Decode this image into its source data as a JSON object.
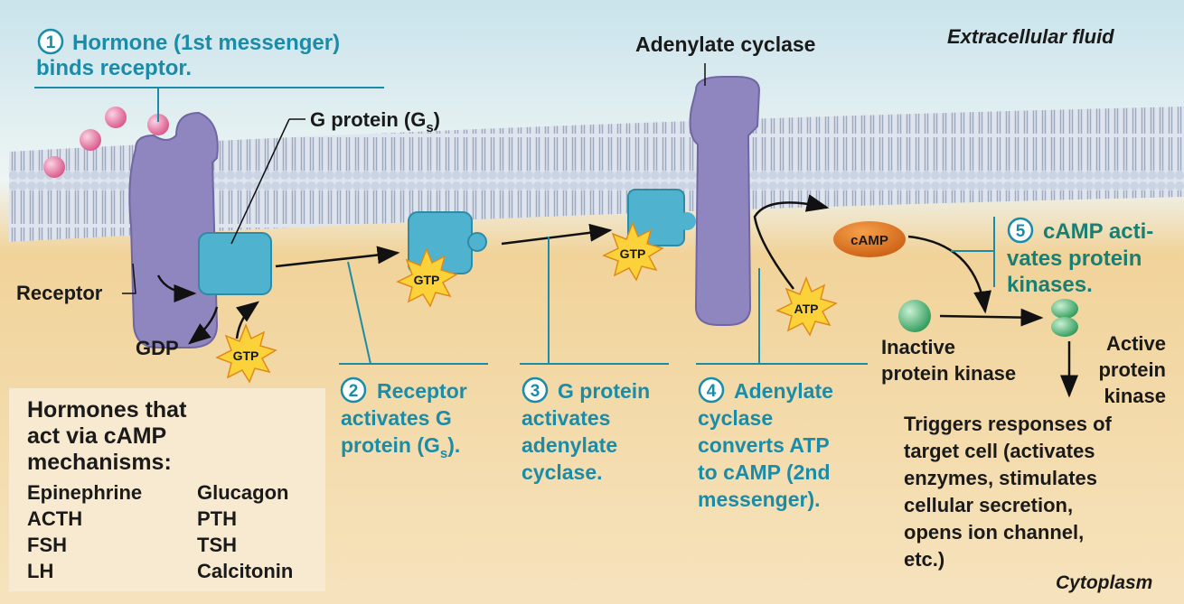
{
  "header": {
    "extracellular_label": "Extracellular fluid",
    "cytoplasm_label": "Cytoplasm"
  },
  "labels": {
    "adenylate_cyclase": "Adenylate cyclase",
    "g_protein": "G protein (G",
    "g_protein_sub": "s",
    "g_protein_close": ")",
    "receptor": "Receptor",
    "gdp": "GDP",
    "gtp": "GTP",
    "atp": "ATP",
    "camp": "cAMP",
    "inactive_kinase": [
      "Inactive",
      "protein kinase"
    ],
    "active_kinase": [
      "Active",
      "protein",
      "kinase"
    ],
    "responses": [
      "Triggers responses of",
      "target cell (activates",
      "enzymes, stimulates",
      "cellular secretion,",
      "opens ion channel,",
      "etc.)"
    ]
  },
  "steps": [
    {
      "number": "1",
      "lines": [
        "Hormone (1st messenger)",
        "binds receptor."
      ]
    },
    {
      "number": "2",
      "lines": [
        "Receptor",
        "activates G",
        "protein (G"
      ],
      "sub": "s",
      "tail": ")."
    },
    {
      "number": "3",
      "lines": [
        "G protein",
        "activates",
        "adenylate",
        "cyclase."
      ]
    },
    {
      "number": "4",
      "lines": [
        "Adenylate",
        "cyclase",
        "converts ATP",
        "to cAMP (2nd",
        "messenger)."
      ]
    },
    {
      "number": "5",
      "lines": [
        "cAMP acti-",
        "vates protein",
        "kinases."
      ]
    }
  ],
  "hormone_box": {
    "title": [
      "Hormones that",
      "act via cAMP",
      "mechanisms:"
    ],
    "left": [
      "Epinephrine",
      "ACTH",
      "FSH",
      "LH"
    ],
    "right": [
      "Glucagon",
      "PTH",
      "TSH",
      "Calcitonin"
    ]
  },
  "colors": {
    "step_text": "#1b8ca8",
    "step5_text": "#1a7f73",
    "protein_purple": "#8f86bf",
    "g_protein_blue": "#4fb3cf",
    "cytoplasm": "#f1d39a",
    "extracellular": "#cfe6ee"
  }
}
